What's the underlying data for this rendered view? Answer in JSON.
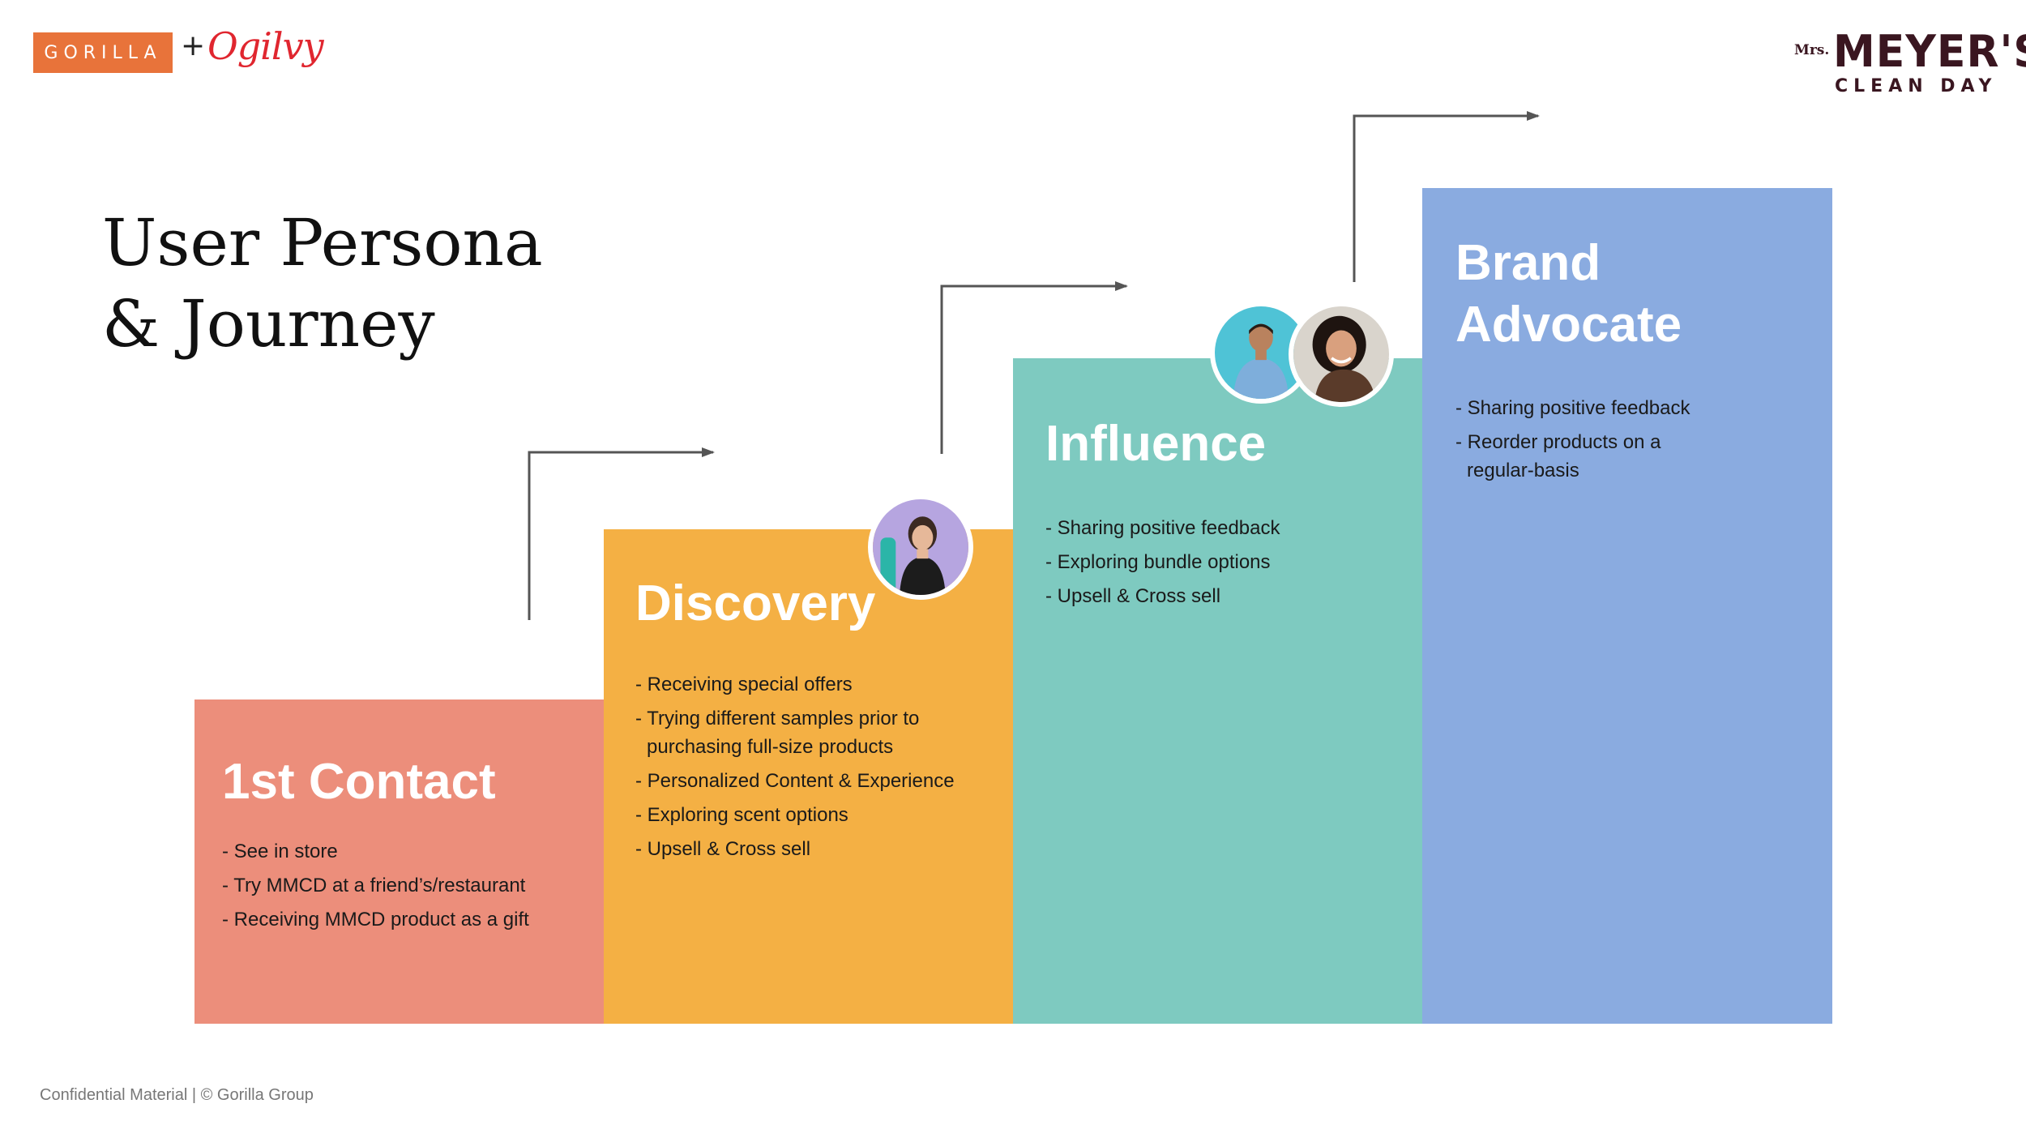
{
  "header": {
    "agency_left": "GORILLA",
    "plus": "+",
    "agency_right": "Ogilvy",
    "brand_prefix": "Mrs.",
    "brand_name": "MEYER'S",
    "brand_tagline": "CLEAN DAY"
  },
  "title": {
    "line1": "User Persona",
    "line2": "& Journey"
  },
  "steps": [
    {
      "title": "1st Contact",
      "color": "#ec8e7b",
      "bullets": [
        "- See in store",
        "- Try MMCD at a friend’s/restaurant",
        "- Receiving MMCD product as a gift"
      ]
    },
    {
      "title": "Discovery",
      "color": "#f4b044",
      "bullets": [
        "- Receiving special offers",
        "- Trying different samples prior to purchasing full-size products",
        "- Personalized Content & Experience",
        "- Exploring scent options",
        "- Upsell & Cross sell"
      ]
    },
    {
      "title": "Influence",
      "color": "#7ecac0",
      "bullets": [
        "- Sharing positive feedback",
        "- Exploring bundle options",
        "- Upsell & Cross sell"
      ]
    },
    {
      "title": "Brand Advocate",
      "color": "#8aabe0",
      "bullets": [
        "- Sharing positive feedback",
        "- Reorder products on a regular-basis"
      ]
    }
  ],
  "footer": "Confidential Material | © Gorilla Group"
}
